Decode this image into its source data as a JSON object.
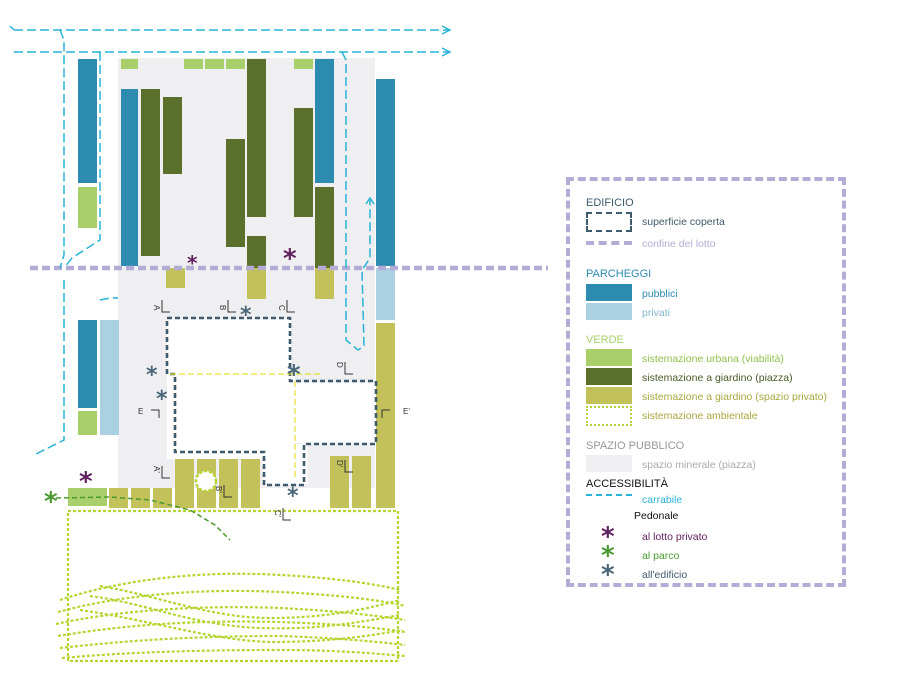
{
  "colors": {
    "parcheggi_pubblici": "#2e8bb0",
    "parcheggi_privati": "#a9d1e2",
    "verde_urbana": "#a8cf6a",
    "verde_piazza": "#5b702d",
    "verde_privato": "#c3c25a",
    "ambientale": "#b5d632",
    "spazio_minerale": "#efeff2",
    "edificio": "#3f5a6c",
    "confine": "#b3acd6",
    "carrabile": "#29b3d6",
    "pedonale_privato": "#60215f",
    "pedonale_parco": "#4b9a31",
    "pedonale_edificio": "#4a6879"
  },
  "plan": {
    "section_labels": [
      "A",
      "A'",
      "B",
      "B'",
      "C",
      "C'",
      "D",
      "D'",
      "E",
      "E'"
    ],
    "access_markers": [
      {
        "type": "al lotto privato",
        "icon": "asterisk-icon"
      },
      {
        "type": "al parco",
        "icon": "asterisk-icon"
      },
      {
        "type": "all'edificio",
        "icon": "asterisk-icon"
      }
    ]
  },
  "legend": {
    "edificio": {
      "title": "EDIFICIO",
      "superficie": "superficie coperta",
      "confine": "confine del lotto"
    },
    "parcheggi": {
      "title": "PARCHEGGI",
      "pubblici": "pubblici",
      "privati": "privati"
    },
    "verde": {
      "title": "VERDE",
      "urbana": "sistemazione urbana (viabilità)",
      "piazza": "sistemazione a giardino (piazza)",
      "privato": "sistemazione a giardino (spazio privato)",
      "ambientale": "sistemazione ambientale"
    },
    "spazio_pubblico": {
      "title": "SPAZIO PUBBLICO",
      "minerale": "spazio minerale (piazza)"
    },
    "accessibilita": {
      "title": "ACCESSIBILITÀ",
      "carrabile": "carrabile",
      "pedonale": "Pedonale",
      "lotto": "al lotto privato",
      "parco": "al parco",
      "edificio": "all'edificio"
    }
  }
}
